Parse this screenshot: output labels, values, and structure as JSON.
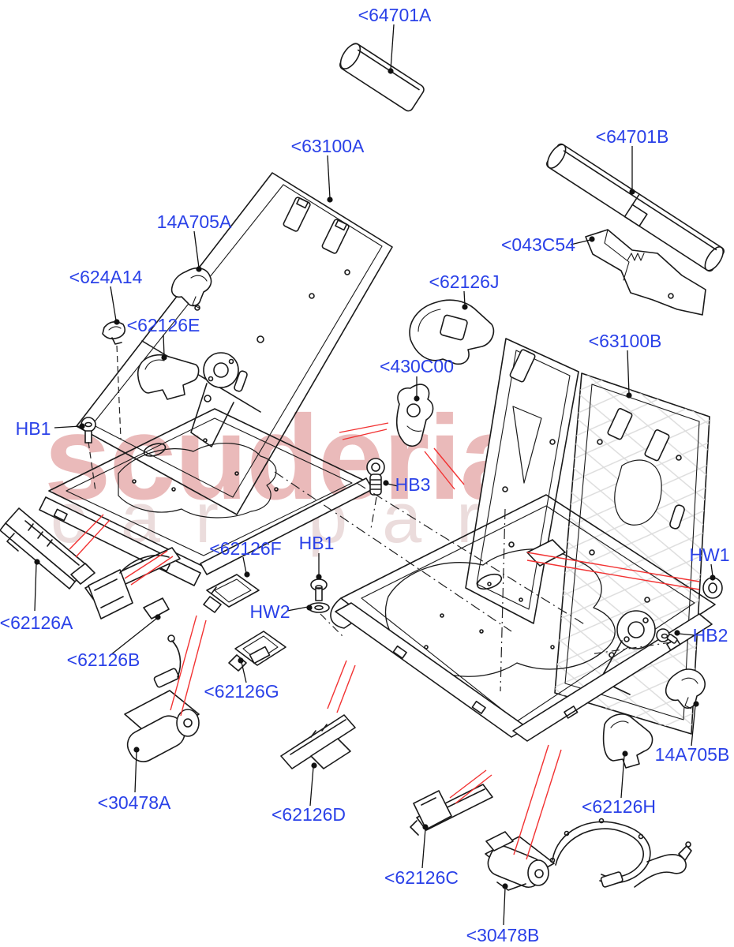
{
  "watermark": {
    "primary": "scuderia",
    "secondary": "car parts"
  },
  "colors": {
    "label_blue": "#2a41e8",
    "line_black": "#1a1a1a",
    "leader_red": "#f23232",
    "watermark_pink": "#d67a7a"
  },
  "labels": [
    {
      "id": "64701A",
      "text": "<64701A"
    },
    {
      "id": "63100A",
      "text": "<63100A"
    },
    {
      "id": "14A705A",
      "text": "14A705A"
    },
    {
      "id": "624A14",
      "text": "<624A14"
    },
    {
      "id": "62126E",
      "text": "<62126E"
    },
    {
      "id": "62126J",
      "text": "<62126J"
    },
    {
      "id": "64701B",
      "text": "<64701B"
    },
    {
      "id": "043C54",
      "text": "<043C54"
    },
    {
      "id": "63100B",
      "text": "<63100B"
    },
    {
      "id": "430C00",
      "text": "<430C00"
    },
    {
      "id": "HB1-left",
      "text": "HB1"
    },
    {
      "id": "HB3",
      "text": "HB3"
    },
    {
      "id": "HW1",
      "text": "HW1"
    },
    {
      "id": "62126F",
      "text": "<62126F"
    },
    {
      "id": "HB1-mid",
      "text": "HB1"
    },
    {
      "id": "HW2",
      "text": "HW2"
    },
    {
      "id": "HB2",
      "text": "HB2"
    },
    {
      "id": "62126A",
      "text": "<62126A"
    },
    {
      "id": "62126B",
      "text": "<62126B"
    },
    {
      "id": "62126G",
      "text": "<62126G"
    },
    {
      "id": "14A705B",
      "text": "14A705B"
    },
    {
      "id": "30478A",
      "text": "<30478A"
    },
    {
      "id": "62126D",
      "text": "<62126D"
    },
    {
      "id": "62126H",
      "text": "<62126H"
    },
    {
      "id": "62126C",
      "text": "<62126C"
    },
    {
      "id": "30478B",
      "text": "<30478B"
    }
  ]
}
